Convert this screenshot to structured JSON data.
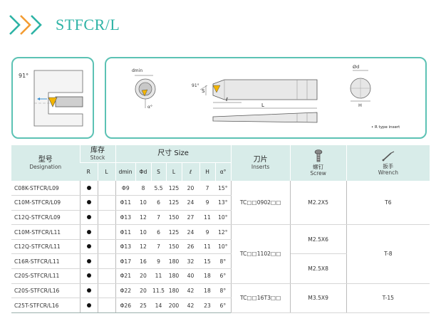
{
  "header": {
    "title": "STFCR/L"
  },
  "diagram": {
    "angle_left": "91°",
    "dmin_label": "dmin",
    "angle_right": "91°",
    "s_label": "S",
    "l_small_label": "ℓ",
    "l_label": "L",
    "d_label": "Ød",
    "h_label": "H",
    "insert_note": "• R type insert"
  },
  "table": {
    "headers": {
      "designation_cn": "型号",
      "designation_en": "Designation",
      "stock_cn": "库存",
      "stock_en": "Stock",
      "size_label": "尺寸 Size",
      "r": "R",
      "l": "L",
      "dmin": "dmin",
      "phid": "Φd",
      "s": "S",
      "bigl": "L",
      "smalll": "ℓ",
      "h": "H",
      "angle": "α°",
      "inserts_cn": "刀片",
      "inserts_en": "Inserts",
      "screw_cn": "螺钉",
      "screw_en": "Screw",
      "wrench_cn": "扳手",
      "wrench_en": "Wrench"
    },
    "rows": [
      {
        "designation": "C08K-STFCR/L09",
        "r_stock": true,
        "l_stock": false,
        "dmin": "Φ9",
        "d": "8",
        "s": "5.5",
        "L": "125",
        "l": "20",
        "h": "7",
        "angle": "15°"
      },
      {
        "designation": "C10M-STFCR/L09",
        "r_stock": true,
        "l_stock": false,
        "dmin": "Φ11",
        "d": "10",
        "s": "6",
        "L": "125",
        "l": "24",
        "h": "9",
        "angle": "13°"
      },
      {
        "designation": "C12Q-STFCR/L09",
        "r_stock": true,
        "l_stock": false,
        "dmin": "Φ13",
        "d": "12",
        "s": "7",
        "L": "150",
        "l": "27",
        "h": "11",
        "angle": "10°"
      },
      {
        "designation": "C10M-STFCR/L11",
        "r_stock": true,
        "l_stock": false,
        "dmin": "Φ11",
        "d": "10",
        "s": "6",
        "L": "125",
        "l": "24",
        "h": "9",
        "angle": "12°"
      },
      {
        "designation": "C12Q-STFCR/L11",
        "r_stock": true,
        "l_stock": false,
        "dmin": "Φ13",
        "d": "12",
        "s": "7",
        "L": "150",
        "l": "26",
        "h": "11",
        "angle": "10°"
      },
      {
        "designation": "C16R-STFCR/L11",
        "r_stock": true,
        "l_stock": false,
        "dmin": "Φ17",
        "d": "16",
        "s": "9",
        "L": "180",
        "l": "32",
        "h": "15",
        "angle": "8°"
      },
      {
        "designation": "C20S-STFCR/L11",
        "r_stock": true,
        "l_stock": false,
        "dmin": "Φ21",
        "d": "20",
        "s": "11",
        "L": "180",
        "l": "40",
        "h": "18",
        "angle": "6°"
      },
      {
        "designation": "C20S-STFCR/L16",
        "r_stock": true,
        "l_stock": false,
        "dmin": "Φ22",
        "d": "20",
        "s": "11.5",
        "L": "180",
        "l": "42",
        "h": "18",
        "angle": "8°"
      },
      {
        "designation": "C25T-STFCR/L16",
        "r_stock": true,
        "l_stock": false,
        "dmin": "Φ26",
        "d": "25",
        "s": "14",
        "L": "200",
        "l": "42",
        "h": "23",
        "angle": "6°"
      }
    ],
    "groups": {
      "g1": {
        "insert": "TC□□0902□□",
        "screw": "M2.2X5",
        "wrench": "T6"
      },
      "g2": {
        "insert": "TC□□1102□□",
        "screw_a": "M2.5X6",
        "screw_b": "M2.5X8",
        "wrench": "T-8"
      },
      "g3": {
        "insert": "TC□□16T3□□",
        "screw": "M3.5X9",
        "wrench": "T-15"
      }
    }
  }
}
